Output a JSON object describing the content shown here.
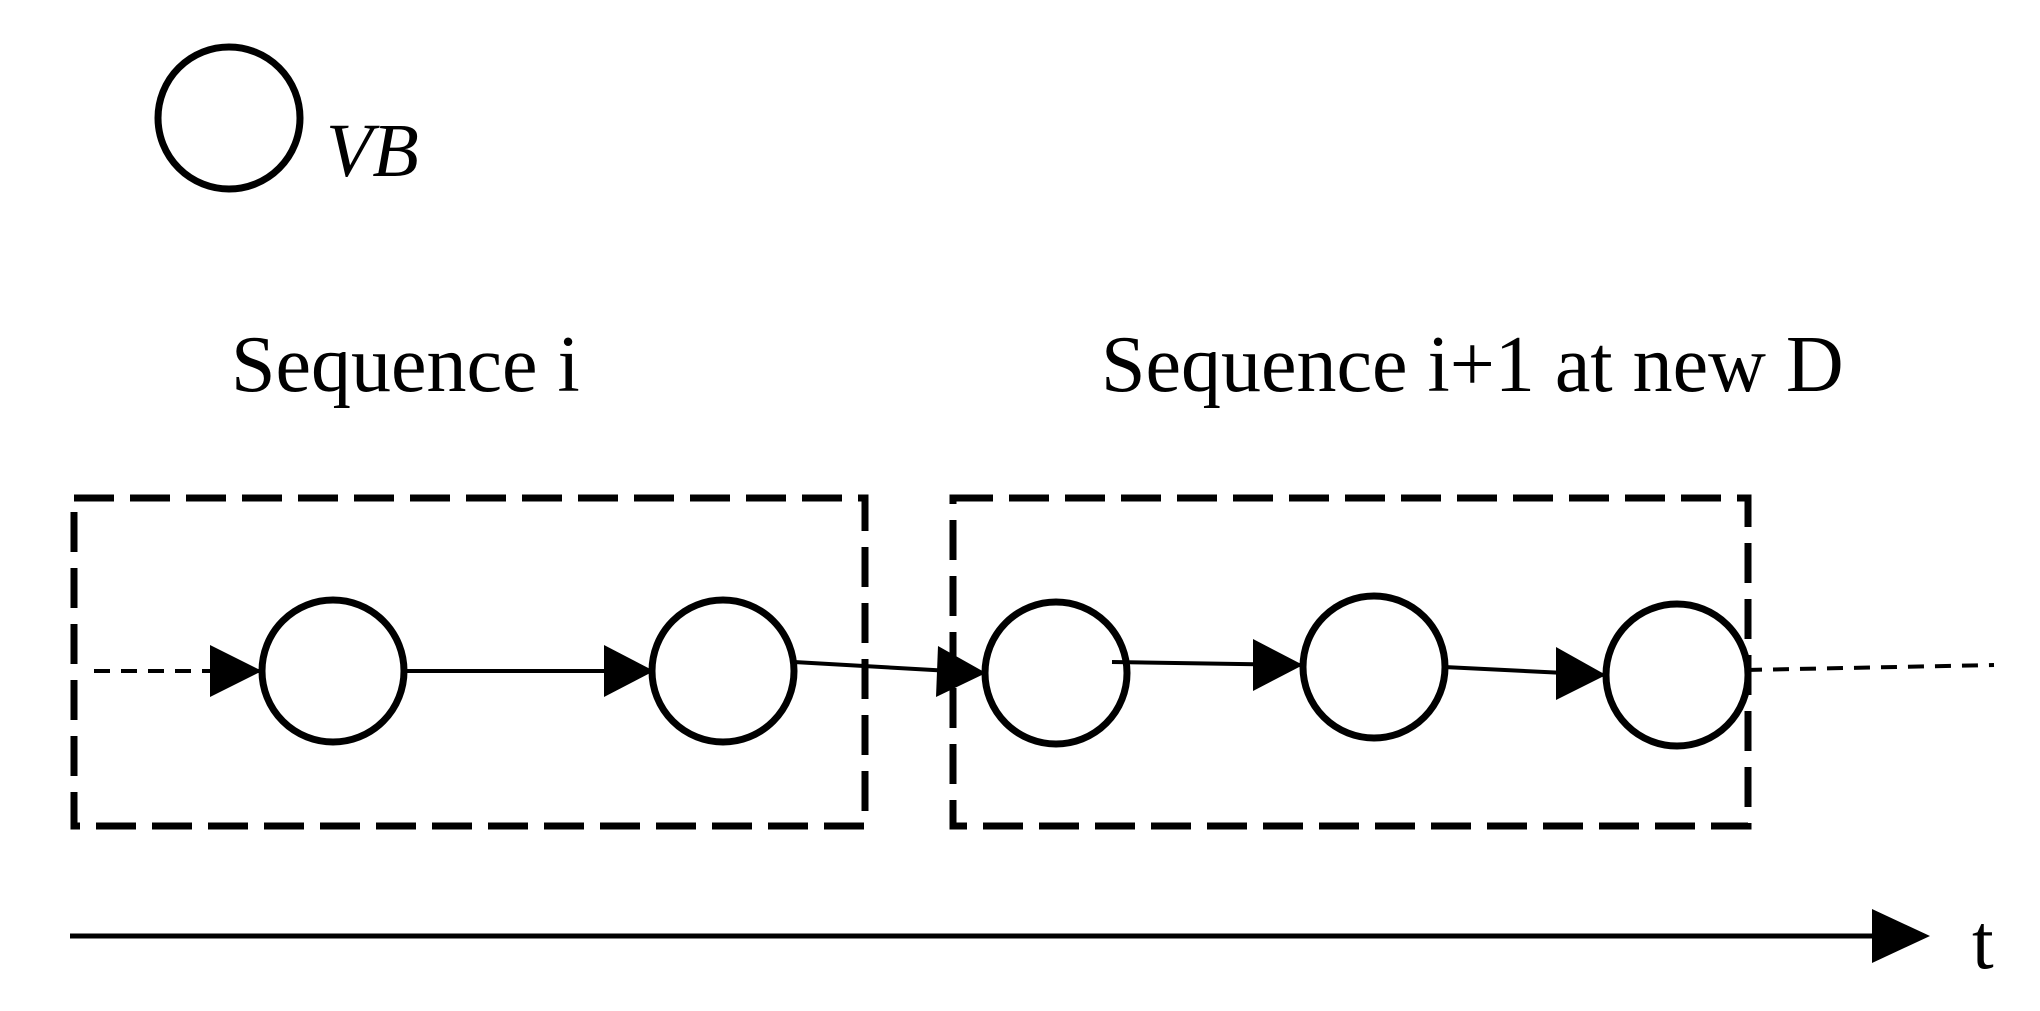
{
  "legend": {
    "label": "VB"
  },
  "sequences": [
    {
      "title": "Sequence i"
    },
    {
      "title": "Sequence i+1 at new D"
    }
  ],
  "time_axis": {
    "label": "t"
  },
  "colors": {
    "ink": "#000000",
    "background": "#ffffff"
  }
}
